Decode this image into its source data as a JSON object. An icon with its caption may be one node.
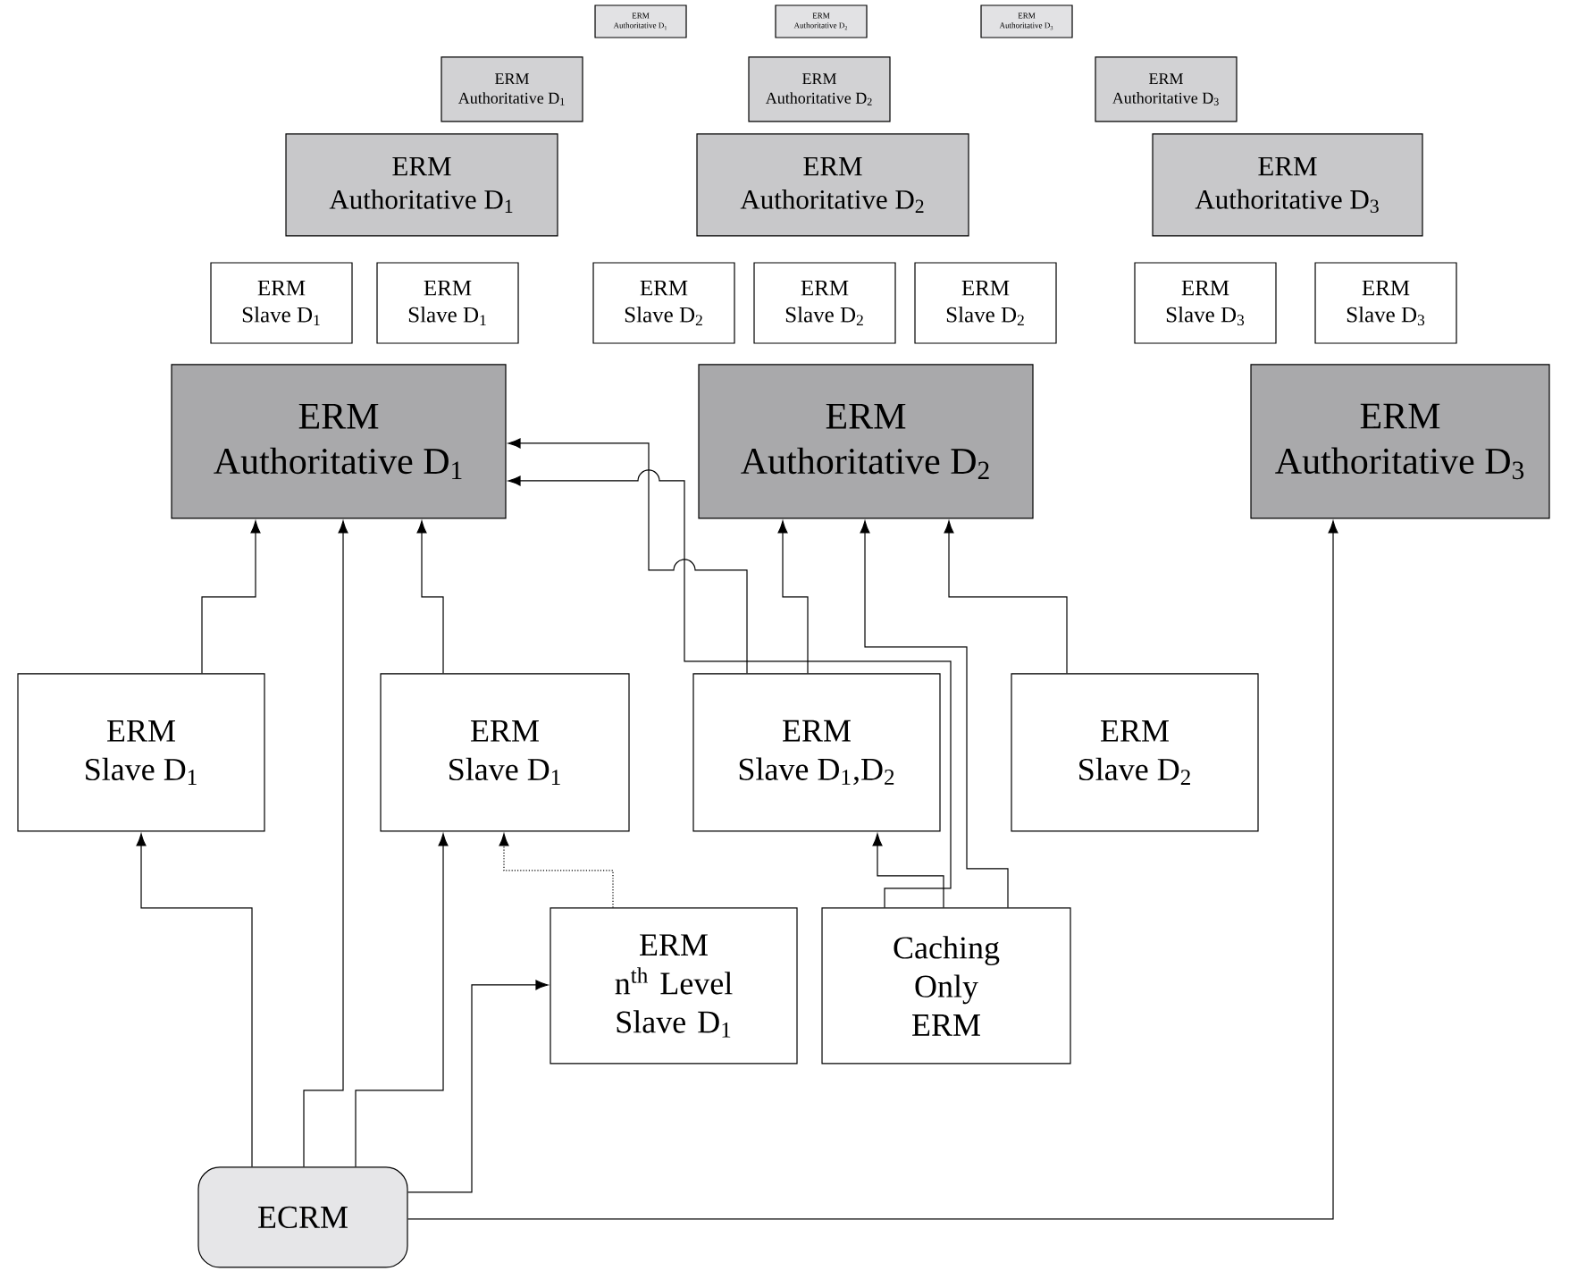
{
  "diagram": {
    "nodes": [
      {
        "text": [
          "ERM",
          "Authoritative D$_{1}$"
        ]
      },
      {
        "text": [
          "ERM",
          "Authoritative D$_{2}$"
        ]
      },
      {
        "text": [
          "ERM",
          "Authoritative D$_{3}$"
        ]
      },
      {
        "text": [
          "ERM",
          "Authoritative D$_{1}$"
        ]
      },
      {
        "text": [
          "ERM",
          "Authoritative D$_{2}$"
        ]
      },
      {
        "text": [
          "ERM",
          "Authoritative D$_{3}$"
        ]
      },
      {
        "text": [
          "ERM",
          "Authoritative D$_{1}$"
        ]
      },
      {
        "text": [
          "ERM",
          "Authoritative D$_{2}$"
        ]
      },
      {
        "text": [
          "ERM",
          "Authoritative D$_{3}$"
        ]
      },
      {
        "text": [
          "ERM",
          "Slave D$_{1}$"
        ]
      },
      {
        "text": [
          "ERM",
          "Slave D$_{1}$"
        ]
      },
      {
        "text": [
          "ERM",
          "Slave D$_{2}$"
        ]
      },
      {
        "text": [
          "ERM",
          "Slave D$_{2}$"
        ]
      },
      {
        "text": [
          "ERM",
          "Slave D$_{2}$"
        ]
      },
      {
        "text": [
          "ERM",
          "Slave D$_{3}$"
        ]
      },
      {
        "text": [
          "ERM",
          "Slave D$_{3}$"
        ]
      },
      {
        "text": [
          "ERM",
          "Authoritative D$_{1}$"
        ]
      },
      {
        "text": [
          "ERM",
          "Authoritative D$_{2}$"
        ]
      },
      {
        "text": [
          "ERM",
          "Authoritative D$_{3}$"
        ]
      },
      {
        "text": [
          "ERM",
          "Slave D$_{1}$"
        ]
      },
      {
        "text": [
          "ERM",
          "Slave D$_{1}$"
        ]
      },
      {
        "text": [
          "ERM",
          "Slave D$_{1}$,D$_{2}$"
        ]
      },
      {
        "text": [
          "ERM",
          "Slave D$_{2}$"
        ]
      },
      {
        "text": [
          "ERM",
          "n$^{th}$ Level Slave D$_{1}$"
        ]
      },
      {
        "text": [
          "Caching Only ERM"
        ]
      },
      {
        "text": [
          "ECRM"
        ]
      }
    ],
    "edges": [
      {
        "from": 19,
        "to": 16,
        "arrow": "to"
      },
      {
        "from": 20,
        "to": 16,
        "arrow": "to"
      },
      {
        "from": 21,
        "to": 16,
        "arrow": "to"
      },
      {
        "from": 24,
        "to": 16,
        "arrow": "to"
      },
      {
        "from": 21,
        "to": 17,
        "arrow": "to"
      },
      {
        "from": 24,
        "to": 17,
        "arrow": "to"
      },
      {
        "from": 22,
        "to": 17,
        "arrow": "to"
      },
      {
        "from": 23,
        "to": 20,
        "arrow": "to",
        "style": "dashed"
      },
      {
        "from": 24,
        "to": 21,
        "arrow": "to"
      },
      {
        "from": 25,
        "to": 19,
        "arrow": "to"
      },
      {
        "from": 25,
        "to": 16,
        "arrow": "to"
      },
      {
        "from": 25,
        "to": 20,
        "arrow": "to"
      },
      {
        "from": 25,
        "to": 23,
        "arrow": "to"
      },
      {
        "from": 25,
        "to": 18,
        "arrow": "to"
      }
    ]
  }
}
